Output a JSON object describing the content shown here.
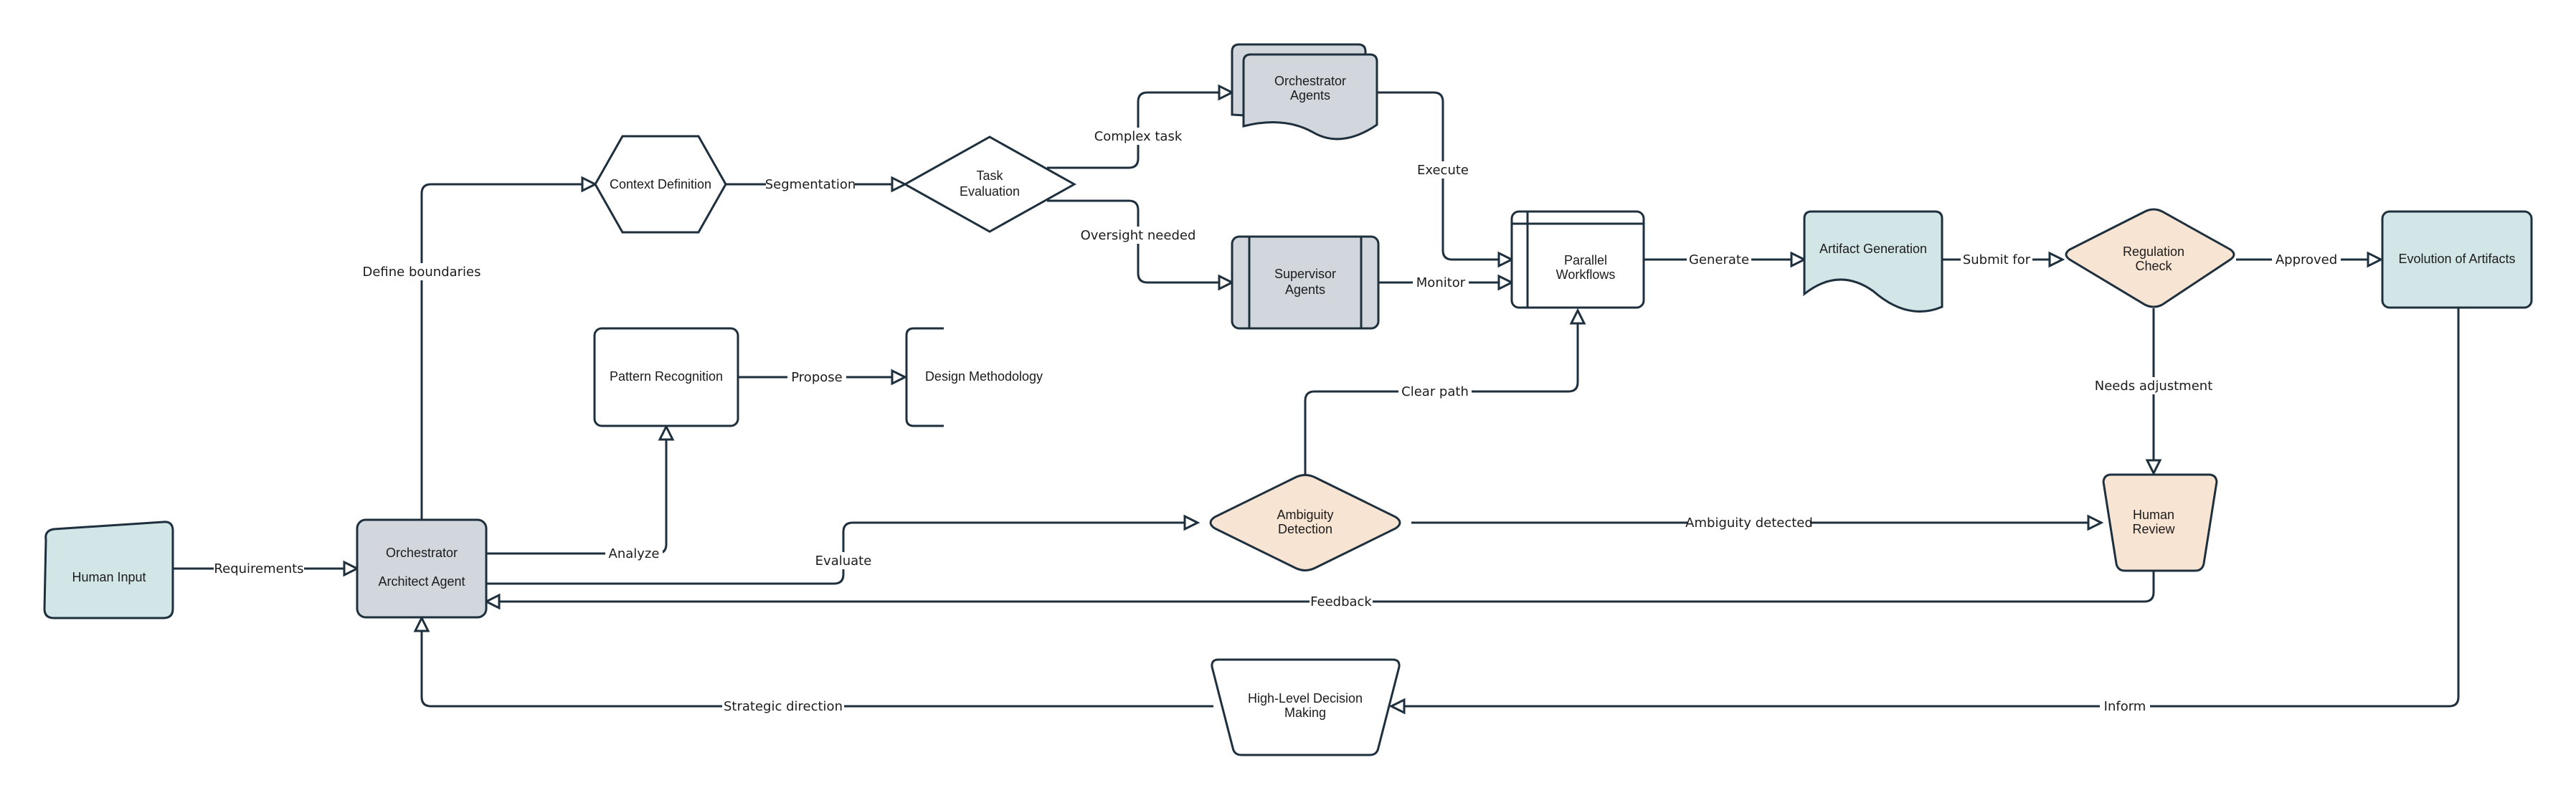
{
  "colors": {
    "stroke": "#1e2f3d",
    "teal_fill": "#d3e6e7",
    "gray_fill": "#d1d7dc",
    "peach_fill": "#f8e4d2",
    "white_fill": "#ffffff"
  },
  "nodes": {
    "human_input": {
      "lines": [
        "Human Input"
      ],
      "shape": "manual-input"
    },
    "orchestrator_architect": {
      "lines": [
        "Orchestrator",
        "Architect Agent"
      ],
      "shape": "rounded-rectangle"
    },
    "context_definition": {
      "lines": [
        "Context Definition"
      ],
      "shape": "hexagon"
    },
    "task_evaluation": {
      "lines": [
        "Task",
        "Evaluation"
      ],
      "shape": "diamond"
    },
    "orchestrator_agents": {
      "lines": [
        "Orchestrator",
        "Agents"
      ],
      "shape": "multi-document"
    },
    "supervisor_agents": {
      "lines": [
        "Supervisor",
        "Agents"
      ],
      "shape": "predefined-process"
    },
    "parallel_workflows": {
      "lines": [
        "Parallel",
        "Workflows"
      ],
      "shape": "internal-storage"
    },
    "artifact_generation": {
      "lines": [
        "Artifact Generation"
      ],
      "shape": "document"
    },
    "regulation_check": {
      "lines": [
        "Regulation",
        "Check"
      ],
      "shape": "diamond"
    },
    "evolution_of_artifacts": {
      "lines": [
        "Evolution of Artifacts"
      ],
      "shape": "rounded-rectangle"
    },
    "pattern_recognition": {
      "lines": [
        "Pattern Recognition"
      ],
      "shape": "rounded-rectangle"
    },
    "design_methodology": {
      "lines": [
        "Design Methodology"
      ],
      "shape": "annotation"
    },
    "ambiguity_detection": {
      "lines": [
        "Ambiguity",
        "Detection"
      ],
      "shape": "diamond"
    },
    "human_review": {
      "lines": [
        "Human",
        "Review"
      ],
      "shape": "manual-operation"
    },
    "high_level_decision": {
      "lines": [
        "High-Level Decision",
        "Making"
      ],
      "shape": "manual-operation"
    }
  },
  "edges": {
    "requirements": "Requirements",
    "define_boundaries": "Define boundaries",
    "segmentation": "Segmentation",
    "complex_task": "Complex task",
    "oversight_needed": "Oversight needed",
    "execute": "Execute",
    "monitor": "Monitor",
    "generate": "Generate",
    "submit_for": "Submit for",
    "approved": "Approved",
    "needs_adjustment": "Needs adjustment",
    "analyze": "Analyze",
    "propose": "Propose",
    "evaluate": "Evaluate",
    "clear_path": "Clear path",
    "ambiguity_detected": "Ambiguity detected",
    "feedback": "Feedback",
    "inform": "Inform",
    "strategic_direction": "Strategic direction"
  }
}
